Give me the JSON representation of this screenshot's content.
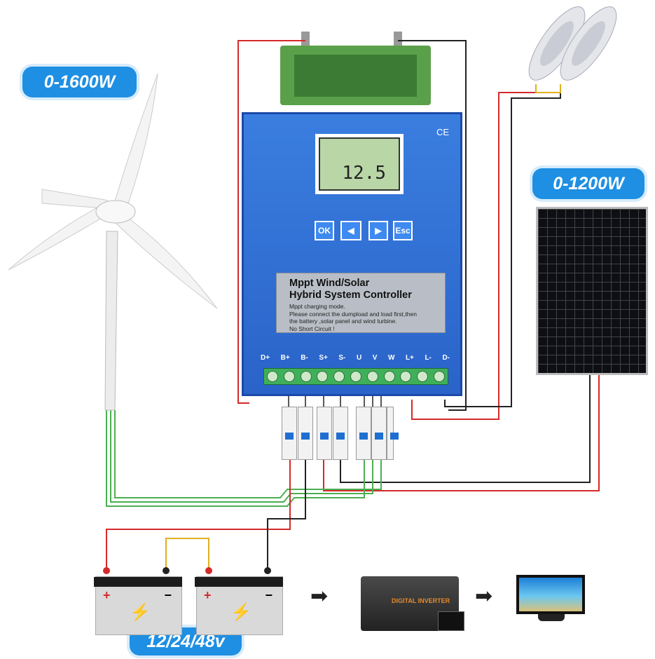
{
  "badges": {
    "wind_power": "0-1600W",
    "solar_power": "0-1200W",
    "battery_voltage": "12/24/48v"
  },
  "controller": {
    "ce_mark": "CE",
    "lcd_value": "12.5",
    "buttons": [
      "OK",
      "◀",
      "▶",
      "Esc"
    ],
    "title_line1": "Mppt Wind/Solar",
    "title_line2": "Hybrid System Controller",
    "notes": [
      "Mppt charging mode.",
      "Please connect the dumpload and load first,then",
      "the battery ,solar panel and wind turbine.",
      "No Short Circuit !"
    ],
    "terminals": [
      "D+",
      "B+",
      "B-",
      "S+",
      "S-",
      "U",
      "V",
      "W",
      "L+",
      "L-",
      "D-"
    ]
  },
  "battery": {
    "plus": "+",
    "minus": "−"
  },
  "inverter": {
    "label": "DIGITAL INVERTER"
  },
  "colors": {
    "badge": "#1e8fe3",
    "controller": "#2f6fd6",
    "wire_red": "#d42a2a",
    "wire_black": "#222222",
    "wire_green": "#4caf50",
    "wire_yellow": "#e0b020"
  },
  "icons": [
    "wind-turbine",
    "dump-load-resistor",
    "street-lamp",
    "solar-panel",
    "circuit-breaker",
    "battery",
    "inverter",
    "monitor",
    "arrow-right"
  ]
}
